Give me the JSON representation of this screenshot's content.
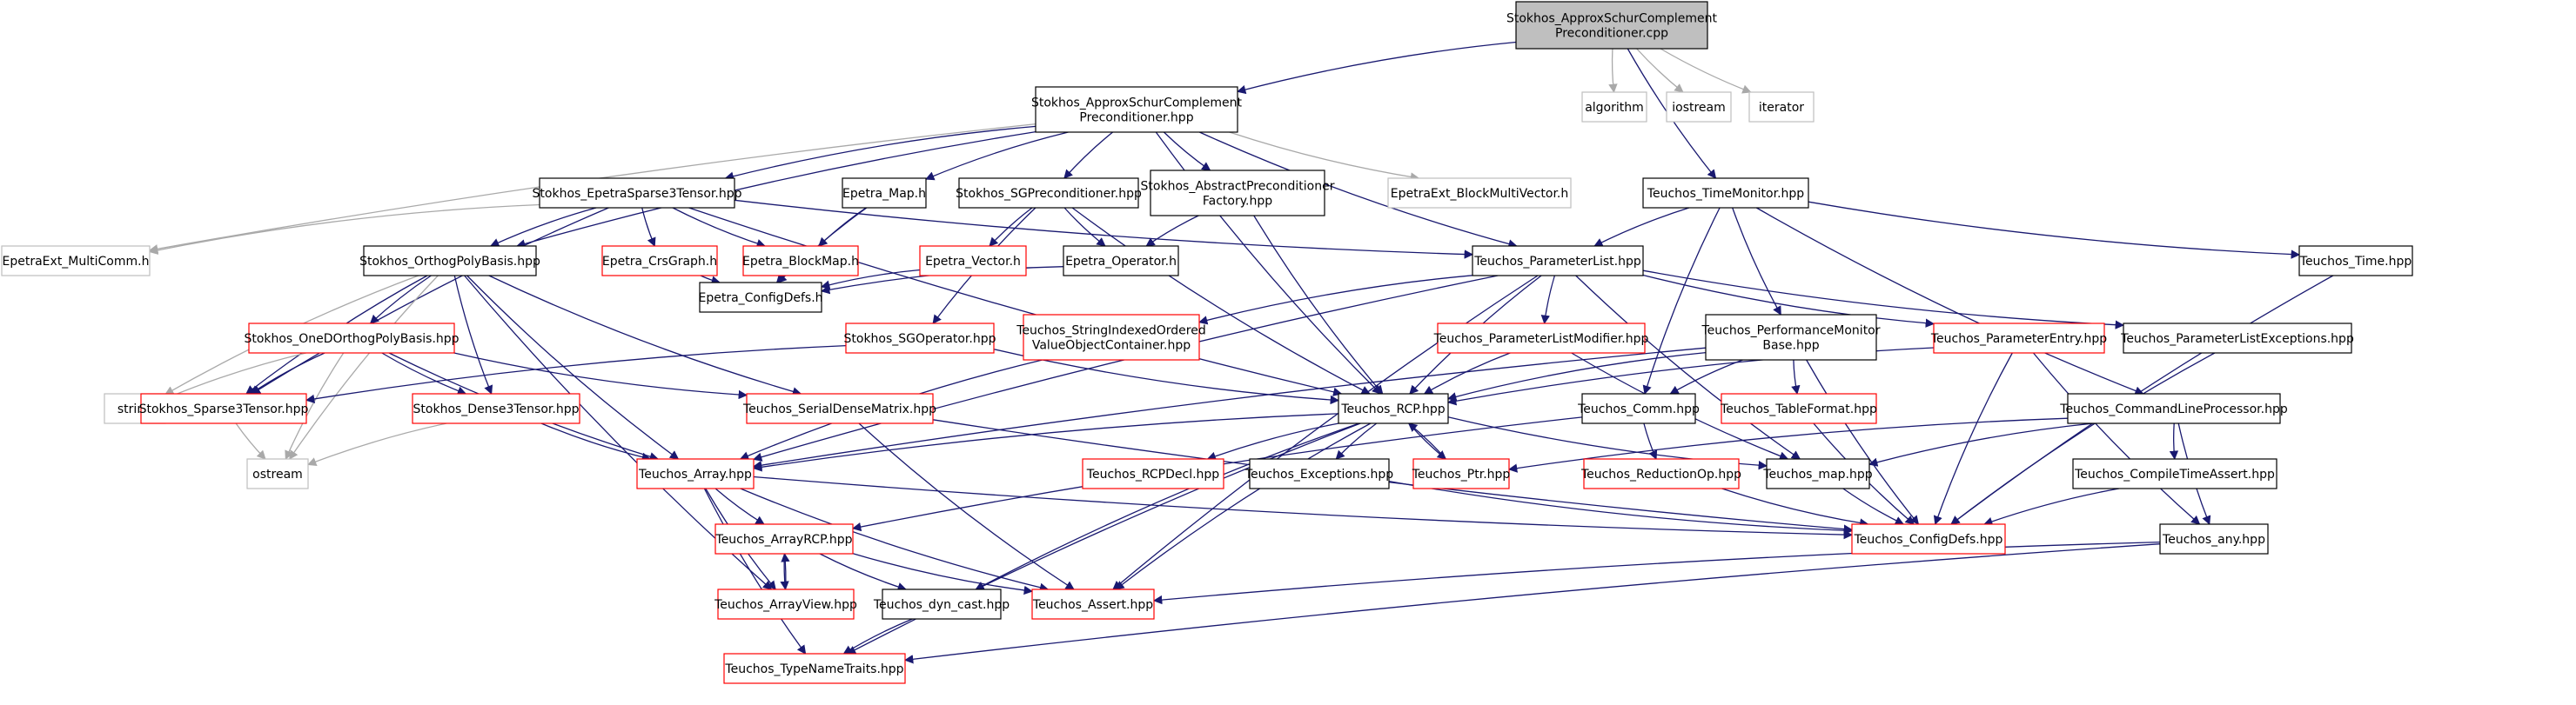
{
  "colors": {
    "root_fill": "#bfbfbf",
    "border_black": "#000000",
    "border_red": "#ff0000",
    "border_gray": "#bfbfbf",
    "edge_navy": "#191970",
    "edge_gray": "#a9a9a9"
  },
  "nodes": [
    {
      "id": "root",
      "lines": [
        "Stokhos_ApproxSchurComplement",
        "Preconditioner.cpp"
      ],
      "style": "root"
    },
    {
      "id": "ascp_hpp",
      "lines": [
        "Stokhos_ApproxSchurComplement",
        "Preconditioner.hpp"
      ],
      "style": "black"
    },
    {
      "id": "algorithm",
      "lines": [
        "algorithm"
      ],
      "style": "gray"
    },
    {
      "id": "iostream",
      "lines": [
        "iostream"
      ],
      "style": "gray"
    },
    {
      "id": "iterator",
      "lines": [
        "iterator"
      ],
      "style": "gray"
    },
    {
      "id": "timemonitor",
      "lines": [
        "Teuchos_TimeMonitor.hpp"
      ],
      "style": "black"
    },
    {
      "id": "epetrasparse",
      "lines": [
        "Stokhos_EpetraSparse3Tensor.hpp"
      ],
      "style": "black"
    },
    {
      "id": "epetra_map",
      "lines": [
        "Epetra_Map.h"
      ],
      "style": "black"
    },
    {
      "id": "sgprec",
      "lines": [
        "Stokhos_SGPreconditioner.hpp"
      ],
      "style": "black"
    },
    {
      "id": "abstractprec",
      "lines": [
        "Stokhos_AbstractPreconditioner",
        "Factory.hpp"
      ],
      "style": "black"
    },
    {
      "id": "blockmv",
      "lines": [
        "EpetraExt_BlockMultiVector.h"
      ],
      "style": "gray"
    },
    {
      "id": "multicomm",
      "lines": [
        "EpetraExt_MultiComm.h"
      ],
      "style": "gray"
    },
    {
      "id": "orthopoly",
      "lines": [
        "Stokhos_OrthogPolyBasis.hpp"
      ],
      "style": "black"
    },
    {
      "id": "crsgraph",
      "lines": [
        "Epetra_CrsGraph.h"
      ],
      "style": "red"
    },
    {
      "id": "blockmap",
      "lines": [
        "Epetra_BlockMap.h"
      ],
      "style": "red"
    },
    {
      "id": "epetra_vector",
      "lines": [
        "Epetra_Vector.h"
      ],
      "style": "red"
    },
    {
      "id": "epetra_operator",
      "lines": [
        "Epetra_Operator.h"
      ],
      "style": "black"
    },
    {
      "id": "paramlist",
      "lines": [
        "Teuchos_ParameterList.hpp"
      ],
      "style": "black"
    },
    {
      "id": "teuchos_time",
      "lines": [
        "Teuchos_Time.hpp"
      ],
      "style": "black"
    },
    {
      "id": "configdefs_h",
      "lines": [
        "Epetra_ConfigDefs.h"
      ],
      "style": "black"
    },
    {
      "id": "onedortho",
      "lines": [
        "Stokhos_OneDOrthogPolyBasis.hpp"
      ],
      "style": "red"
    },
    {
      "id": "sgoperator",
      "lines": [
        "Stokhos_SGOperator.hpp"
      ],
      "style": "red"
    },
    {
      "id": "stringindexed",
      "lines": [
        "Teuchos_StringIndexedOrdered",
        "ValueObjectContainer.hpp"
      ],
      "style": "red"
    },
    {
      "id": "plmodifier",
      "lines": [
        "Teuchos_ParameterListModifier.hpp"
      ],
      "style": "red"
    },
    {
      "id": "perfmonitor",
      "lines": [
        "Teuchos_PerformanceMonitor",
        "Base.hpp"
      ],
      "style": "black"
    },
    {
      "id": "paramentry",
      "lines": [
        "Teuchos_ParameterEntry.hpp"
      ],
      "style": "red"
    },
    {
      "id": "plexceptions",
      "lines": [
        "Teuchos_ParameterListExceptions.hpp"
      ],
      "style": "black"
    },
    {
      "id": "string",
      "lines": [
        "string"
      ],
      "style": "gray"
    },
    {
      "id": "sparse3",
      "lines": [
        "Stokhos_Sparse3Tensor.hpp"
      ],
      "style": "red"
    },
    {
      "id": "dense3",
      "lines": [
        "Stokhos_Dense3Tensor.hpp"
      ],
      "style": "red"
    },
    {
      "id": "serialdense",
      "lines": [
        "Teuchos_SerialDenseMatrix.hpp"
      ],
      "style": "red"
    },
    {
      "id": "rcp",
      "lines": [
        "Teuchos_RCP.hpp"
      ],
      "style": "black"
    },
    {
      "id": "comm",
      "lines": [
        "Teuchos_Comm.hpp"
      ],
      "style": "black"
    },
    {
      "id": "tableformat",
      "lines": [
        "Teuchos_TableFormat.hpp"
      ],
      "style": "red"
    },
    {
      "id": "cmdline",
      "lines": [
        "Teuchos_CommandLineProcessor.hpp"
      ],
      "style": "black"
    },
    {
      "id": "ostream",
      "lines": [
        "ostream"
      ],
      "style": "gray"
    },
    {
      "id": "array",
      "lines": [
        "Teuchos_Array.hpp"
      ],
      "style": "red"
    },
    {
      "id": "rcpdecl",
      "lines": [
        "Teuchos_RCPDecl.hpp"
      ],
      "style": "red"
    },
    {
      "id": "exceptions",
      "lines": [
        "Teuchos_Exceptions.hpp"
      ],
      "style": "black"
    },
    {
      "id": "ptr",
      "lines": [
        "Teuchos_Ptr.hpp"
      ],
      "style": "red"
    },
    {
      "id": "reductionop",
      "lines": [
        "Teuchos_ReductionOp.hpp"
      ],
      "style": "red"
    },
    {
      "id": "map",
      "lines": [
        "Teuchos_map.hpp"
      ],
      "style": "black"
    },
    {
      "id": "compiletime",
      "lines": [
        "Teuchos_CompileTimeAssert.hpp"
      ],
      "style": "black"
    },
    {
      "id": "configdefs_hpp",
      "lines": [
        "Teuchos_ConfigDefs.hpp"
      ],
      "style": "red"
    },
    {
      "id": "arrayrcp",
      "lines": [
        "Teuchos_ArrayRCP.hpp"
      ],
      "style": "red"
    },
    {
      "id": "any",
      "lines": [
        "Teuchos_any.hpp"
      ],
      "style": "black"
    },
    {
      "id": "arrayview",
      "lines": [
        "Teuchos_ArrayView.hpp"
      ],
      "style": "red"
    },
    {
      "id": "dyncast",
      "lines": [
        "Teuchos_dyn_cast.hpp"
      ],
      "style": "black"
    },
    {
      "id": "assert",
      "lines": [
        "Teuchos_Assert.hpp"
      ],
      "style": "red"
    },
    {
      "id": "typenametraits",
      "lines": [
        "Teuchos_TypeNameTraits.hpp"
      ],
      "style": "red"
    }
  ],
  "edges": [
    [
      "root",
      "ascp_hpp"
    ],
    [
      "root",
      "algorithm"
    ],
    [
      "root",
      "iostream"
    ],
    [
      "root",
      "iterator"
    ],
    [
      "root",
      "timemonitor"
    ],
    [
      "ascp_hpp",
      "epetrasparse"
    ],
    [
      "ascp_hpp",
      "epetra_map"
    ],
    [
      "ascp_hpp",
      "sgprec"
    ],
    [
      "ascp_hpp",
      "abstractprec"
    ],
    [
      "ascp_hpp",
      "blockmv"
    ],
    [
      "ascp_hpp",
      "multicomm"
    ],
    [
      "ascp_hpp",
      "orthopoly"
    ],
    [
      "ascp_hpp",
      "rcp"
    ],
    [
      "ascp_hpp",
      "paramlist"
    ],
    [
      "epetrasparse",
      "multicomm"
    ],
    [
      "epetrasparse",
      "orthopoly"
    ],
    [
      "epetrasparse",
      "crsgraph"
    ],
    [
      "epetrasparse",
      "blockmap"
    ],
    [
      "epetrasparse",
      "sparse3"
    ],
    [
      "epetrasparse",
      "rcp"
    ],
    [
      "epetrasparse",
      "paramlist"
    ],
    [
      "epetra_map",
      "blockmap"
    ],
    [
      "epetra_map",
      "configdefs_h"
    ],
    [
      "sgprec",
      "epetra_vector"
    ],
    [
      "sgprec",
      "epetra_operator"
    ],
    [
      "sgprec",
      "sgoperator"
    ],
    [
      "sgprec",
      "rcp"
    ],
    [
      "abstractprec",
      "epetra_operator"
    ],
    [
      "abstractprec",
      "rcp"
    ],
    [
      "crsgraph",
      "configdefs_h"
    ],
    [
      "blockmap",
      "configdefs_h"
    ],
    [
      "epetra_vector",
      "configdefs_h"
    ],
    [
      "epetra_operator",
      "configdefs_h"
    ],
    [
      "orthopoly",
      "onedortho"
    ],
    [
      "orthopoly",
      "string"
    ],
    [
      "orthopoly",
      "ostream"
    ],
    [
      "orthopoly",
      "sparse3"
    ],
    [
      "orthopoly",
      "dense3"
    ],
    [
      "orthopoly",
      "serialdense"
    ],
    [
      "orthopoly",
      "array"
    ],
    [
      "orthopoly",
      "arrayview"
    ],
    [
      "onedortho",
      "string"
    ],
    [
      "onedortho",
      "sparse3"
    ],
    [
      "onedortho",
      "dense3"
    ],
    [
      "onedortho",
      "ostream"
    ],
    [
      "onedortho",
      "array"
    ],
    [
      "onedortho",
      "serialdense"
    ],
    [
      "sgoperator",
      "sparse3"
    ],
    [
      "sgoperator",
      "rcp"
    ],
    [
      "sparse3",
      "ostream"
    ],
    [
      "dense3",
      "ostream"
    ],
    [
      "dense3",
      "array"
    ],
    [
      "serialdense",
      "assert"
    ],
    [
      "serialdense",
      "configdefs_hpp"
    ],
    [
      "timemonitor",
      "paramlist"
    ],
    [
      "timemonitor",
      "teuchos_time"
    ],
    [
      "timemonitor",
      "perfmonitor"
    ],
    [
      "timemonitor",
      "comm"
    ],
    [
      "timemonitor",
      "cmdline"
    ],
    [
      "paramlist",
      "stringindexed"
    ],
    [
      "paramlist",
      "plmodifier"
    ],
    [
      "paramlist",
      "paramentry"
    ],
    [
      "paramlist",
      "plexceptions"
    ],
    [
      "paramlist",
      "rcp"
    ],
    [
      "paramlist",
      "map"
    ],
    [
      "paramlist",
      "array"
    ],
    [
      "paramlist",
      "assert"
    ],
    [
      "stringindexed",
      "array"
    ],
    [
      "plmodifier",
      "rcp"
    ],
    [
      "plmodifier",
      "map"
    ],
    [
      "perfmonitor",
      "rcp"
    ],
    [
      "perfmonitor",
      "comm"
    ],
    [
      "perfmonitor",
      "tableformat"
    ],
    [
      "perfmonitor",
      "configdefs_hpp"
    ],
    [
      "perfmonitor",
      "array"
    ],
    [
      "paramentry",
      "rcp"
    ],
    [
      "paramentry",
      "configdefs_hpp"
    ],
    [
      "paramentry",
      "any"
    ],
    [
      "plexceptions",
      "configdefs_hpp"
    ],
    [
      "teuchos_time",
      "configdefs_hpp"
    ],
    [
      "comm",
      "reductionop"
    ],
    [
      "comm",
      "arrayrcp"
    ],
    [
      "tableformat",
      "configdefs_hpp"
    ],
    [
      "cmdline",
      "map"
    ],
    [
      "cmdline",
      "compiletime"
    ],
    [
      "cmdline",
      "any"
    ],
    [
      "cmdline",
      "ptr"
    ],
    [
      "rcp",
      "rcpdecl"
    ],
    [
      "rcp",
      "exceptions"
    ],
    [
      "rcp",
      "ptr"
    ],
    [
      "rcp",
      "map"
    ],
    [
      "rcp",
      "assert"
    ],
    [
      "rcp",
      "dyncast"
    ],
    [
      "rcp",
      "typenametraits"
    ],
    [
      "rcp",
      "array"
    ],
    [
      "ptr",
      "rcp"
    ],
    [
      "exceptions",
      "configdefs_hpp"
    ],
    [
      "reductionop",
      "configdefs_hpp"
    ],
    [
      "map",
      "configdefs_hpp"
    ],
    [
      "compiletime",
      "configdefs_hpp"
    ],
    [
      "array",
      "arrayrcp"
    ],
    [
      "array",
      "assert"
    ],
    [
      "array",
      "configdefs_hpp"
    ],
    [
      "array",
      "typenametraits"
    ],
    [
      "array",
      "arrayview"
    ],
    [
      "arrayrcp",
      "arrayview"
    ],
    [
      "arrayrcp",
      "assert"
    ],
    [
      "arrayrcp",
      "dyncast"
    ],
    [
      "arrayview",
      "arrayrcp"
    ],
    [
      "any",
      "assert"
    ],
    [
      "any",
      "typenametraits"
    ],
    [
      "dyncast",
      "typenametraits"
    ]
  ]
}
